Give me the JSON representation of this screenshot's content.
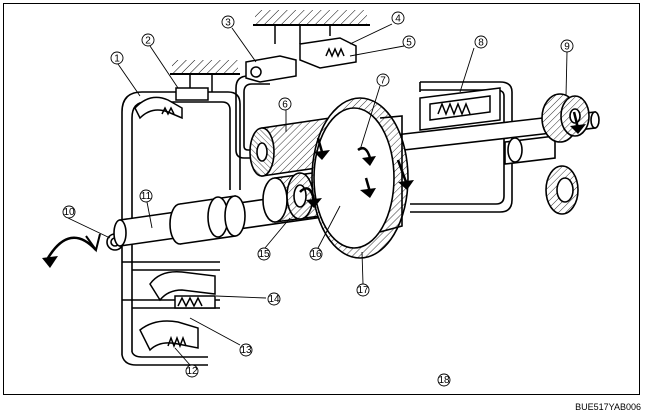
{
  "callouts": [
    "1",
    "2",
    "3",
    "4",
    "5",
    "6",
    "7",
    "8",
    "9",
    "10",
    "11",
    "12",
    "13",
    "14",
    "15",
    "16",
    "17",
    "18"
  ],
  "figure_code": "BUE517YAB006"
}
